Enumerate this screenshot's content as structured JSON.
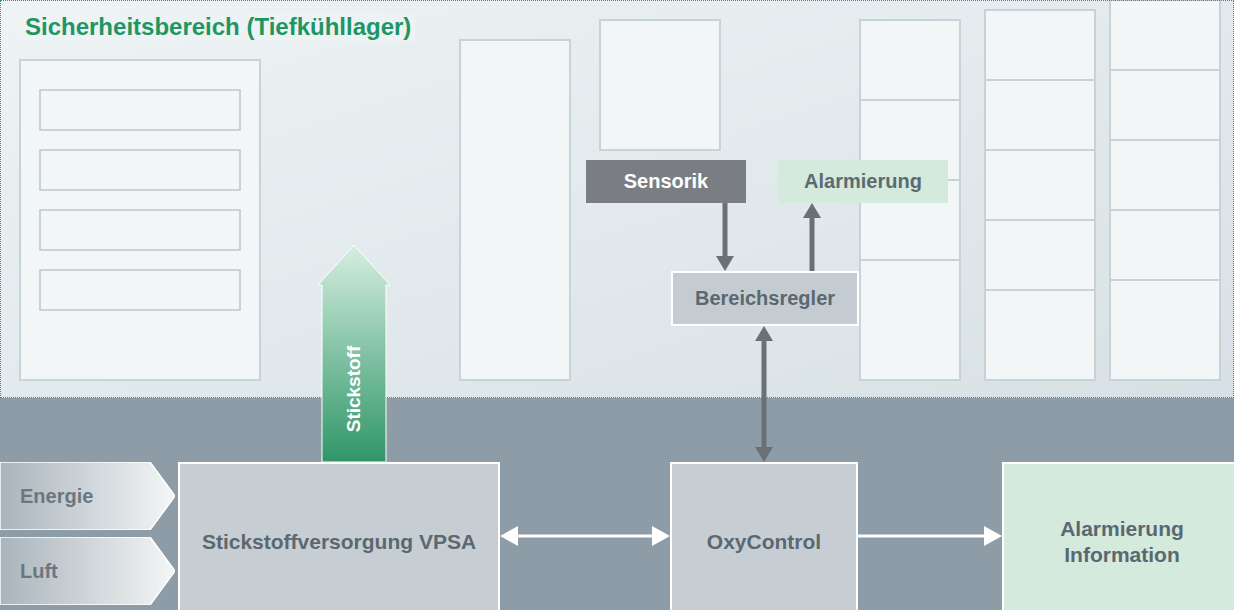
{
  "diagram": {
    "nodes": [
      {
        "text": [
          "Sicherheitsbereich (Tiefkühllager)"
        ]
      },
      {
        "text": [
          "Sensorik"
        ],
        "in": 0
      },
      {
        "text": [
          "Alarmierung"
        ],
        "in": 0
      },
      {
        "text": [
          "Bereichsregler"
        ],
        "in": 0
      },
      {
        "text": [
          "Energie"
        ]
      },
      {
        "text": [
          "Luft"
        ]
      },
      {
        "text": [
          "Stickstoffversorgung VPSA"
        ]
      },
      {
        "text": [
          "Stickstoff"
        ]
      },
      {
        "text": [
          "OxyControl"
        ]
      },
      {
        "text": [
          "Alarmierung Information"
        ]
      }
    ],
    "edges": [
      {
        "from": 1,
        "to": 3,
        "arrow": "to"
      },
      {
        "from": 3,
        "to": 2,
        "arrow": "to"
      },
      {
        "from": 3,
        "to": 8,
        "arrow": "both"
      },
      {
        "from": 6,
        "to": 8,
        "arrow": "both"
      },
      {
        "from": 8,
        "to": 9,
        "arrow": "to"
      }
    ]
  }
}
